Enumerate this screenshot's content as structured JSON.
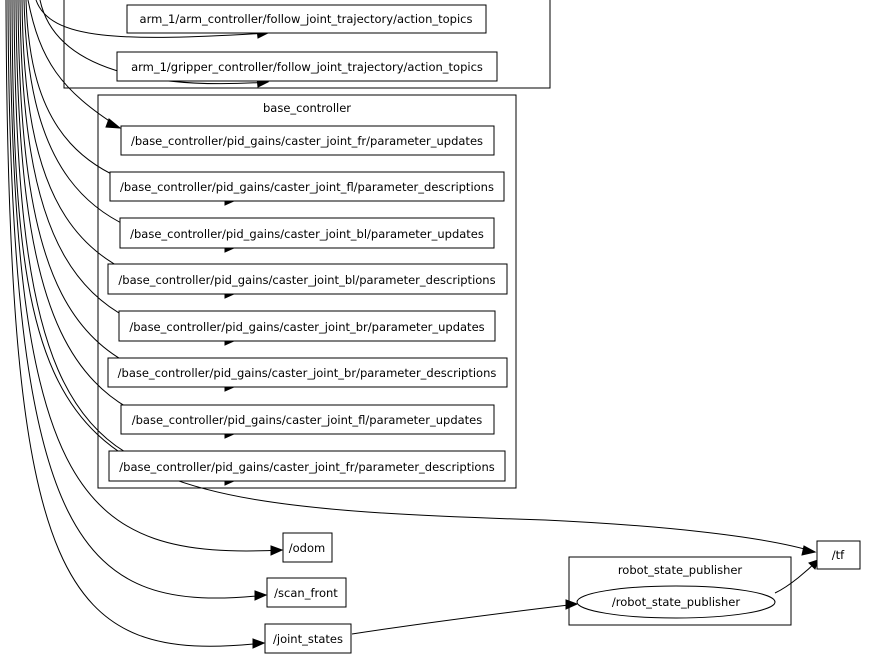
{
  "clusters": {
    "base_controller": "base_controller",
    "robot_state_publisher": "robot_state_publisher"
  },
  "topics": {
    "arm_traj": "arm_1/arm_controller/follow_joint_trajectory/action_topics",
    "gripper_traj": "arm_1/gripper_controller/follow_joint_trajectory/action_topics",
    "fr_updates": "/base_controller/pid_gains/caster_joint_fr/parameter_updates",
    "fl_desc": "/base_controller/pid_gains/caster_joint_fl/parameter_descriptions",
    "bl_updates": "/base_controller/pid_gains/caster_joint_bl/parameter_updates",
    "bl_desc": "/base_controller/pid_gains/caster_joint_bl/parameter_descriptions",
    "br_updates": "/base_controller/pid_gains/caster_joint_br/parameter_updates",
    "br_desc": "/base_controller/pid_gains/caster_joint_br/parameter_descriptions",
    "fl_updates": "/base_controller/pid_gains/caster_joint_fl/parameter_updates",
    "fr_desc": "/base_controller/pid_gains/caster_joint_fr/parameter_descriptions",
    "odom": "/odom",
    "scan_front": "/scan_front",
    "joint_states": "/joint_states",
    "tf": "/tf"
  },
  "nodes": {
    "robot_state_publisher": "/robot_state_publisher"
  }
}
